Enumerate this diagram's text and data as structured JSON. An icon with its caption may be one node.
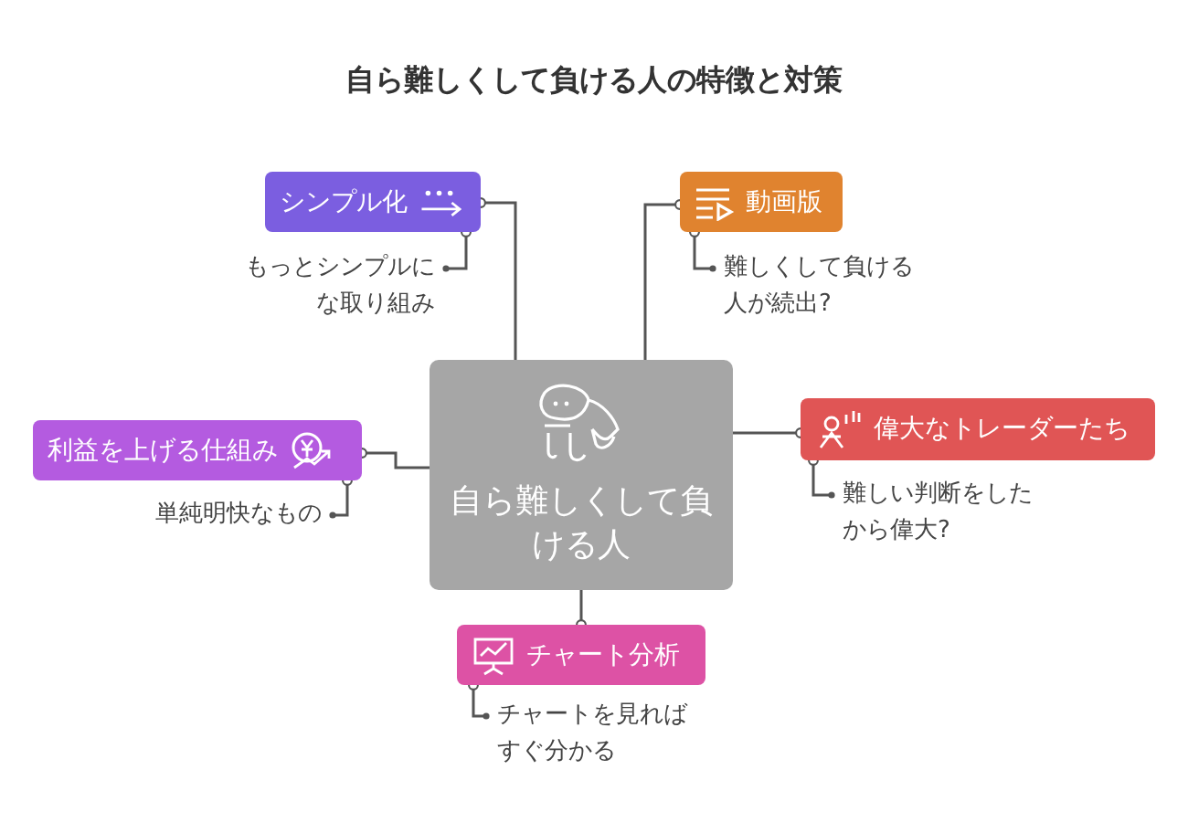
{
  "diagram": {
    "title": "自ら難しくして負ける人の特徴と対策",
    "nodes": [
      {
        "text": [
          "自ら難しくして負ける人"
        ]
      },
      {
        "text": [
          "シンプル化"
        ]
      },
      {
        "text": [
          "もっとシンプルにな取り組み"
        ]
      },
      {
        "text": [
          "動画版"
        ]
      },
      {
        "text": [
          "難しくして負ける人が続出?"
        ]
      },
      {
        "text": [
          "利益を上げる仕組み"
        ]
      },
      {
        "text": [
          "単純明快なもの"
        ]
      },
      {
        "text": [
          "偉大なトレーダーたち"
        ]
      },
      {
        "text": [
          "難しい判断をしたから偉大?"
        ]
      },
      {
        "text": [
          "チャート分析"
        ]
      },
      {
        "text": [
          "チャートを見ればすぐ分かる"
        ]
      }
    ],
    "edges": [
      {
        "from": 1,
        "to": 0,
        "arrow": "other"
      },
      {
        "from": 1,
        "to": 2,
        "arrow": "other"
      },
      {
        "from": 3,
        "to": 0,
        "arrow": "other"
      },
      {
        "from": 3,
        "to": 4,
        "arrow": "other"
      },
      {
        "from": 5,
        "to": 0,
        "arrow": "other"
      },
      {
        "from": 5,
        "to": 6,
        "arrow": "other"
      },
      {
        "from": 7,
        "to": 0,
        "arrow": "other"
      },
      {
        "from": 7,
        "to": 8,
        "arrow": "other"
      },
      {
        "from": 9,
        "to": 0,
        "arrow": "other"
      },
      {
        "from": 9,
        "to": 10,
        "arrow": "other"
      }
    ]
  }
}
